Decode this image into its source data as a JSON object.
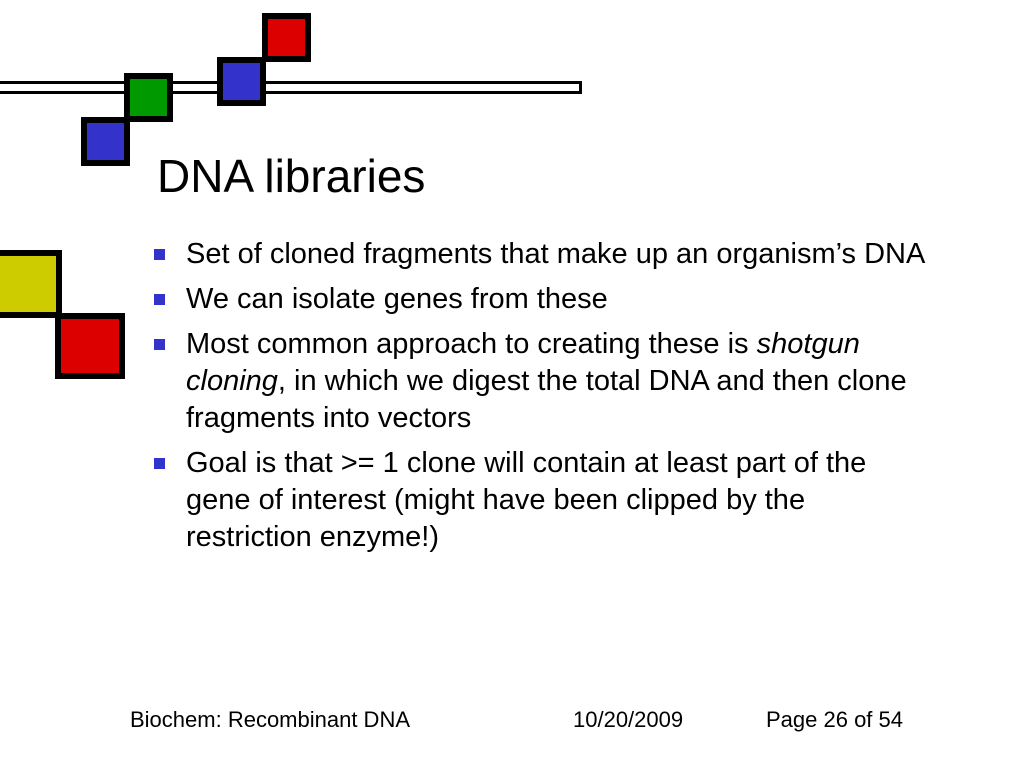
{
  "slide": {
    "title": "DNA libraries",
    "bullets": [
      {
        "text": "Set of cloned fragments that make up an organism’s DNA"
      },
      {
        "text": "We can isolate genes from these"
      },
      {
        "text_before": "Most common approach to creating these is ",
        "emphasis": "shotgun cloning",
        "text_after": ", in which we digest the total DNA and then clone fragments into vectors"
      },
      {
        "text": "Goal is that >= 1 clone will contain at least part of the gene of interest (might have been clipped by the restriction enzyme!)"
      }
    ],
    "bullet_marker_icon": "square-bullet-icon",
    "footer": {
      "left": "Biochem: Recombinant DNA",
      "center": "10/20/2009",
      "right": "Page 26 of 54"
    }
  },
  "colors": {
    "bullet": "#3333cc",
    "red": "#dd0000",
    "blue": "#3333cc",
    "green": "#009900",
    "yellow": "#cccc00",
    "outline": "#000000"
  }
}
